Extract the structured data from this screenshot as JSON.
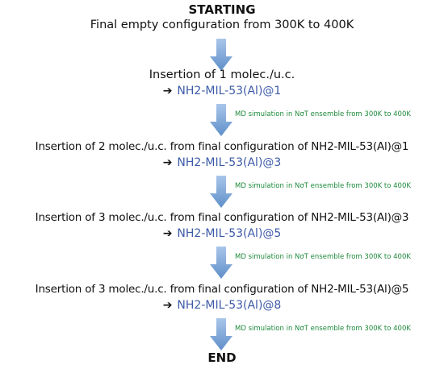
{
  "diagram": {
    "start_title": "STARTING",
    "start_subtitle": "Final empty configuration from 300K to 400K",
    "end_title": "END",
    "arrow_symbol": "➔",
    "colors": {
      "result": "#3c5aa8",
      "note": "#1e8a3c",
      "arrow_fill": "#7aa6d6"
    },
    "steps": [
      {
        "label": "Insertion of 1 molec./u.c.",
        "result": "NH2-MIL-53(Al)@1",
        "note": "MD simulation in NσT ensemble from 300K to 400K"
      },
      {
        "label": "Insertion of 2 molec./u.c. from final configuration of NH2-MIL-53(Al)@1",
        "result": "NH2-MIL-53(Al)@3",
        "note": "MD simulation in NσT ensemble from 300K to 400K"
      },
      {
        "label": "Insertion of 3 molec./u.c. from final configuration of NH2-MIL-53(Al)@3",
        "result": "NH2-MIL-53(Al)@5",
        "note": "MD simulation in NσT ensemble from 300K to 400K"
      },
      {
        "label": "Insertion of 3 molec./u.c. from final configuration of NH2-MIL-53(Al)@5",
        "result": "NH2-MIL-53(Al)@8",
        "note": "MD simulation in NσT ensemble from 300K to 400K"
      }
    ]
  }
}
